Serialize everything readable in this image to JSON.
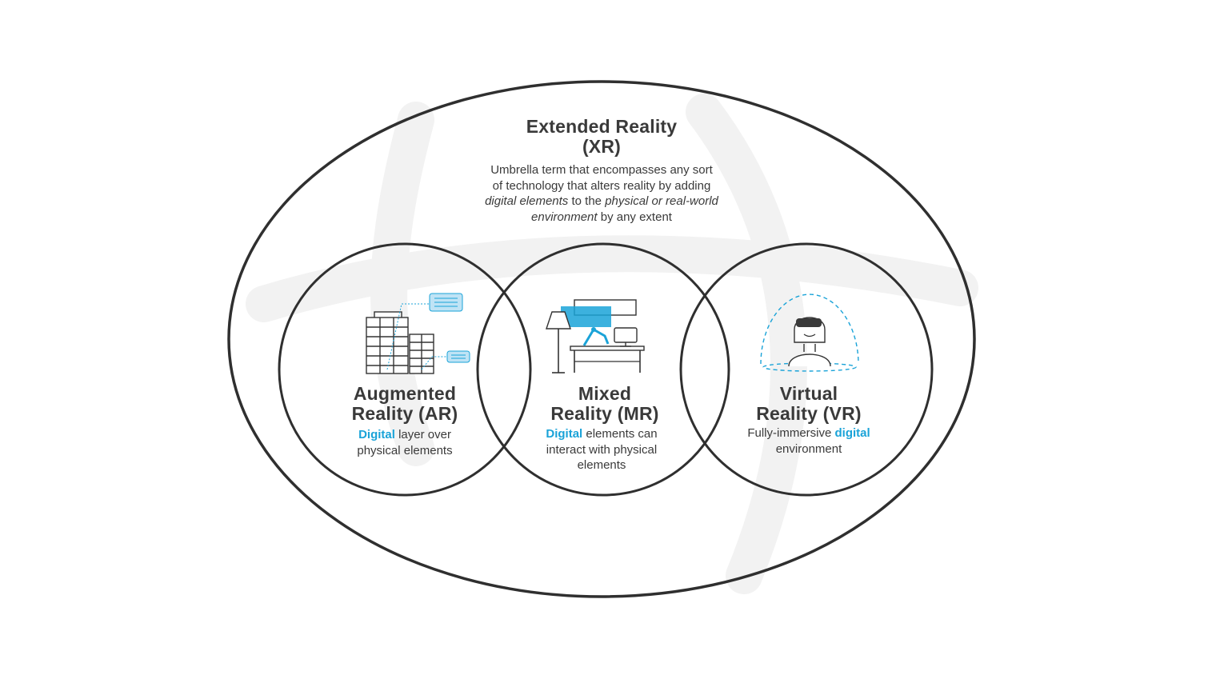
{
  "colors": {
    "outline": "#2f2f2f",
    "accent": "#1aa3d8",
    "accent_light": "#bfe3f5",
    "text": "#3a3a3a",
    "watermark": "#f3f3f3"
  },
  "xr": {
    "title_line1": "Extended Reality",
    "title_line2": "(XR)",
    "desc_line1": "Umbrella term that encompasses any sort",
    "desc_line2": "of technology that alters reality by adding",
    "desc_line3_em1": "digital elements",
    "desc_line3_mid": " to the ",
    "desc_line3_em2": "physical or real-world",
    "desc_line4_em": "environment",
    "desc_line4_rest": " by any extent"
  },
  "ar": {
    "icon": "building-with-callouts-icon",
    "title_line1": "Augmented",
    "title_line2": "Reality (AR)",
    "desc_accent": "Digital",
    "desc_rest1": " layer over",
    "desc_line2": "physical elements"
  },
  "mr": {
    "icon": "desk-with-lamp-robot-arm-icon",
    "title_line1": "Mixed",
    "title_line2": "Reality (MR)",
    "desc_accent": "Digital",
    "desc_rest1": " elements can",
    "desc_line2": "interact with physical",
    "desc_line3": "elements"
  },
  "vr": {
    "icon": "person-with-vr-headset-icon",
    "title_line1": "Virtual",
    "title_line2": "Reality (VR)",
    "desc_pre": "Fully-immersive ",
    "desc_accent": "digital",
    "desc_line2": "environment"
  }
}
